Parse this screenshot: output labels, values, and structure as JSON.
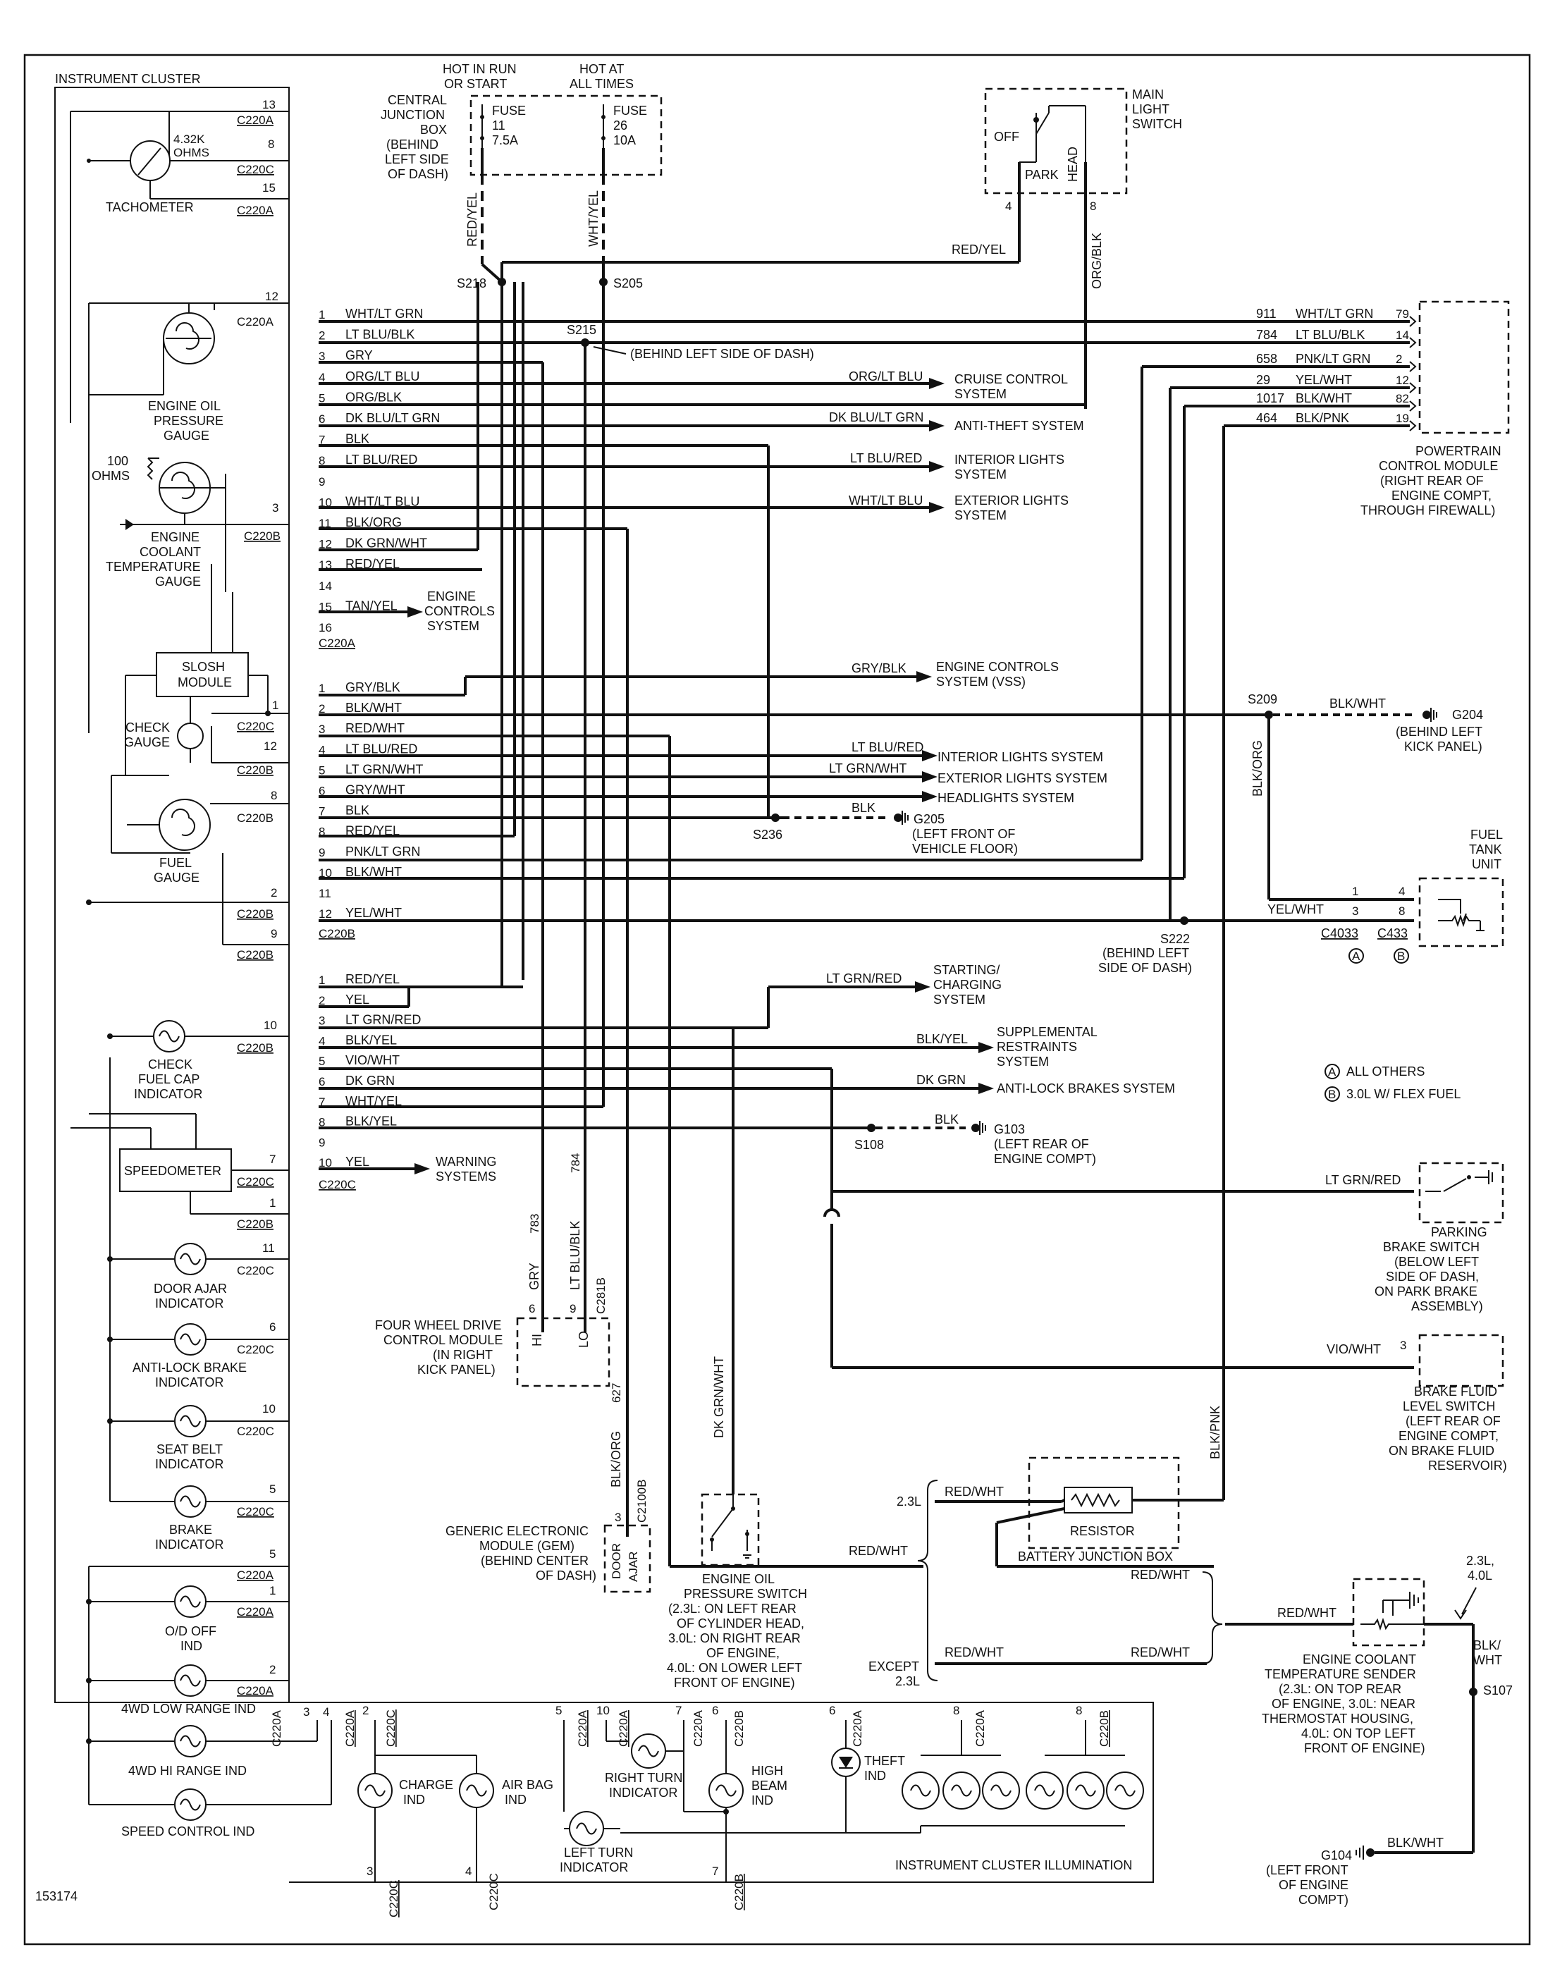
{
  "figure_id": "153174",
  "cluster": {
    "title": "INSTRUMENT CLUSTER",
    "tachometer": "TACHOMETER",
    "ohms_432k": "4.32K",
    "ohms_word": "OHMS",
    "oil_gauge": [
      "ENGINE OIL",
      "PRESSURE",
      "GAUGE"
    ],
    "ohms_100": "100",
    "coolant_gauge": [
      "ENGINE",
      "COOLANT",
      "TEMPERATURE",
      "GAUGE"
    ],
    "slosh": [
      "SLOSH",
      "MODULE"
    ],
    "check_gauge": [
      "CHECK",
      "GAUGE"
    ],
    "fuel_gauge": [
      "FUEL",
      "GAUGE"
    ],
    "fuel_cap": [
      "CHECK",
      "FUEL CAP",
      "INDICATOR"
    ],
    "speedometer": "SPEEDOMETER",
    "door_ajar_ind": [
      "DOOR AJAR",
      "INDICATOR"
    ],
    "abs_ind": [
      "ANTI-LOCK BRAKE",
      "INDICATOR"
    ],
    "seat_belt_ind": [
      "SEAT BELT",
      "INDICATOR"
    ],
    "brake_ind": [
      "BRAKE",
      "INDICATOR"
    ],
    "od_off": [
      "O/D OFF",
      "IND"
    ],
    "low_range": "4WD LOW RANGE IND",
    "hi_range": "4WD HI RANGE IND",
    "speed_control": "SPEED CONTROL IND",
    "charge": [
      "CHARGE",
      "IND"
    ],
    "airbag": [
      "AIR BAG",
      "IND"
    ],
    "right_turn": [
      "RIGHT TURN",
      "INDICATOR"
    ],
    "left_turn": [
      "LEFT TURN",
      "INDICATOR"
    ],
    "high_beam": [
      "HIGH",
      "BEAM",
      "IND"
    ],
    "theft": [
      "THEFT",
      "IND"
    ],
    "illumination": "INSTRUMENT CLUSTER ILLUMINATION",
    "pins_left": [
      "13",
      "8",
      "15",
      "12",
      "3",
      "1",
      "12",
      "8",
      "2",
      "9",
      "10",
      "7",
      "1",
      "11",
      "6",
      "10",
      "5",
      "5",
      "1",
      "2"
    ],
    "conns_left": [
      "C220A",
      "C220C",
      "C220A",
      "C220A",
      "C220B",
      "C220C",
      "C220B",
      "C220B",
      "C220B",
      "C220B",
      "C220B",
      "C220C",
      "C220B",
      "C220C",
      "C220C",
      "C220C",
      "C220C",
      "C220A",
      "C220A",
      "C220A"
    ]
  },
  "power": {
    "hot_run": [
      "HOT IN RUN",
      "OR START"
    ],
    "hot_all": [
      "HOT AT",
      "ALL TIMES"
    ],
    "cjb": [
      "CENTRAL",
      "JUNCTION",
      "BOX",
      "(BEHIND",
      "LEFT SIDE",
      "OF DASH)"
    ],
    "fuse11": [
      "FUSE",
      "11",
      "7.5A"
    ],
    "fuse26": [
      "FUSE",
      "26",
      "10A"
    ],
    "red_yel": "RED/YEL",
    "wht_yel": "WHT/YEL",
    "s218": "S218",
    "s205": "S205",
    "main_switch": [
      "MAIN",
      "LIGHT",
      "SWITCH"
    ],
    "off": "OFF",
    "park": "PARK",
    "head": "HEAD",
    "pin4": "4",
    "pin8": "8",
    "org_blk": "ORG/BLK"
  },
  "conn_a": {
    "name": "C220A",
    "pins": [
      {
        "n": "1",
        "w": "WHT/LT GRN"
      },
      {
        "n": "2",
        "w": "LT BLU/BLK"
      },
      {
        "n": "3",
        "w": "GRY"
      },
      {
        "n": "4",
        "w": "ORG/LT BLU"
      },
      {
        "n": "5",
        "w": "ORG/BLK"
      },
      {
        "n": "6",
        "w": "DK BLU/LT GRN"
      },
      {
        "n": "7",
        "w": "BLK"
      },
      {
        "n": "8",
        "w": "LT BLU/RED"
      },
      {
        "n": "9",
        "w": ""
      },
      {
        "n": "10",
        "w": "WHT/LT BLU"
      },
      {
        "n": "11",
        "w": "BLK/ORG"
      },
      {
        "n": "12",
        "w": "DK GRN/WHT"
      },
      {
        "n": "13",
        "w": "RED/YEL"
      },
      {
        "n": "14",
        "w": ""
      },
      {
        "n": "15",
        "w": "TAN/YEL"
      },
      {
        "n": "16",
        "w": ""
      }
    ]
  },
  "conn_b": {
    "name": "C220B",
    "pins": [
      {
        "n": "1",
        "w": "GRY/BLK"
      },
      {
        "n": "2",
        "w": "BLK/WHT"
      },
      {
        "n": "3",
        "w": "RED/WHT"
      },
      {
        "n": "4",
        "w": "LT BLU/RED"
      },
      {
        "n": "5",
        "w": "LT GRN/WHT"
      },
      {
        "n": "6",
        "w": "GRY/WHT"
      },
      {
        "n": "7",
        "w": "BLK"
      },
      {
        "n": "8",
        "w": "RED/YEL"
      },
      {
        "n": "9",
        "w": "PNK/LT GRN"
      },
      {
        "n": "10",
        "w": "BLK/WHT"
      },
      {
        "n": "11",
        "w": ""
      },
      {
        "n": "12",
        "w": "YEL/WHT"
      }
    ]
  },
  "conn_c": {
    "name": "C220C",
    "pins": [
      {
        "n": "1",
        "w": "RED/YEL"
      },
      {
        "n": "2",
        "w": "YEL"
      },
      {
        "n": "3",
        "w": "LT GRN/RED"
      },
      {
        "n": "4",
        "w": "BLK/YEL"
      },
      {
        "n": "5",
        "w": "VIO/WHT"
      },
      {
        "n": "6",
        "w": "DK GRN"
      },
      {
        "n": "7",
        "w": "WHT/YEL"
      },
      {
        "n": "8",
        "w": "BLK/YEL"
      },
      {
        "n": "9",
        "w": ""
      },
      {
        "n": "10",
        "w": "YEL"
      }
    ]
  },
  "dest": {
    "s215": "S215",
    "s215_loc": "(BEHIND LEFT SIDE OF DASH)",
    "cruise": [
      "ORG/LT BLU",
      "CRUISE CONTROL",
      "SYSTEM"
    ],
    "antitheft": [
      "DK BLU/LT GRN",
      "ANTI-THEFT SYSTEM"
    ],
    "interior": [
      "LT BLU/RED",
      "INTERIOR LIGHTS",
      "SYSTEM"
    ],
    "exterior": [
      "WHT/LT BLU",
      "EXTERIOR LIGHTS",
      "SYSTEM"
    ],
    "engine_ctrl": [
      "ENGINE",
      "CONTROLS",
      "SYSTEM"
    ],
    "vss": [
      "GRY/BLK",
      "ENGINE CONTROLS",
      "SYSTEM (VSS)"
    ],
    "int2": [
      "LT BLU/RED",
      "INTERIOR LIGHTS SYSTEM"
    ],
    "ext2": [
      "LT GRN/WHT",
      "EXTERIOR LIGHTS SYSTEM"
    ],
    "head2": "HEADLIGHTS SYSTEM",
    "s236": "S236",
    "blk": "BLK",
    "g205": [
      "G205",
      "(LEFT FRONT OF",
      "VEHICLE FLOOR)"
    ],
    "starting": [
      "LT GRN/RED",
      "STARTING/",
      "CHARGING",
      "SYSTEM"
    ],
    "srs": [
      "BLK/YEL",
      "SUPPLEMENTAL",
      "RESTRAINTS",
      "SYSTEM"
    ],
    "abs": [
      "DK GRN",
      "ANTI-LOCK BRAKES SYSTEM"
    ],
    "s108": "S108",
    "g103": [
      "G103",
      "(LEFT REAR OF",
      "ENGINE COMPT)"
    ],
    "warning": [
      "WARNING",
      "SYSTEMS"
    ]
  },
  "pcm": {
    "name": [
      "POWERTRAIN",
      "CONTROL MODULE",
      "(RIGHT REAR OF",
      "ENGINE COMPT,",
      "THROUGH FIREWALL)"
    ],
    "rows": [
      {
        "c": "911",
        "w": "WHT/LT GRN",
        "p": "79"
      },
      {
        "c": "784",
        "w": "LT BLU/BLK",
        "p": "14"
      },
      {
        "c": "658",
        "w": "PNK/LT GRN",
        "p": "2"
      },
      {
        "c": "29",
        "w": "YEL/WHT",
        "p": "12"
      },
      {
        "c": "1017",
        "w": "BLK/WHT",
        "p": "82"
      },
      {
        "c": "464",
        "w": "BLK/PNK",
        "p": "19"
      }
    ]
  },
  "right": {
    "s209": "S209",
    "blk_wht": "BLK/WHT",
    "g204": [
      "G204",
      "(BEHIND LEFT",
      "KICK PANEL)"
    ],
    "blk_org": "BLK/ORG",
    "fuel_tank": [
      "FUEL",
      "TANK",
      "UNIT"
    ],
    "yel_wht": "YEL/WHT",
    "fpins": [
      "1",
      "3",
      "4",
      "8"
    ],
    "c4033": "C4033",
    "c433": "C433",
    "a": "A",
    "b": "B",
    "s222": [
      "S222",
      "(BEHIND LEFT",
      "SIDE OF DASH)"
    ],
    "legend_a": "ALL OTHERS",
    "legend_b": "3.0L W/ FLEX FUEL",
    "lt_grn_red": "LT GRN/RED",
    "park_brake": [
      "PARKING",
      "BRAKE SWITCH",
      "(BELOW LEFT",
      "SIDE OF DASH,",
      "ON PARK BRAKE",
      "ASSEMBLY)"
    ],
    "vio_wht": "VIO/WHT",
    "pin3": "3",
    "brake_fluid": [
      "BRAKE FLUID",
      "LEVEL SWITCH",
      "(LEFT REAR OF",
      "ENGINE COMPT,",
      "ON BRAKE FLUID",
      "RESERVOIR)"
    ],
    "blk_pnk": "BLK/PNK"
  },
  "lower": {
    "fwd": [
      "FOUR WHEEL DRIVE",
      "CONTROL MODULE",
      "(IN RIGHT",
      "KICK PANEL)"
    ],
    "hi": "HI",
    "lo": "LO",
    "c281b": "C281B",
    "p6": "6",
    "p9": "9",
    "gry": "GRY",
    "c783": "783",
    "lt_blu_blk": "LT BLU/BLK",
    "c784": "784",
    "c627": "627",
    "blk_org": "BLK/ORG",
    "c2100b": "C2100B",
    "p3": "3",
    "gem": [
      "GENERIC ELECTRONIC",
      "MODULE (GEM)",
      "(BEHIND CENTER",
      "OF DASH)"
    ],
    "door_ajar": [
      "DOOR",
      "AJAR"
    ],
    "dk_grn_wht": "DK GRN/WHT",
    "oil_sw": [
      "ENGINE OIL",
      "PRESSURE SWITCH",
      "(2.3L: ON LEFT REAR",
      "OF CYLINDER HEAD,",
      "3.0L: ON RIGHT REAR",
      "OF ENGINE,",
      "4.0L: ON LOWER LEFT",
      "FRONT OF ENGINE)"
    ],
    "red_wht": "RED/WHT",
    "l23": "2.3L",
    "resistor": "RESISTOR",
    "bjb": "BATTERY JUNCTION BOX",
    "except": [
      "EXCEPT",
      "2.3L"
    ],
    "ects": [
      "ENGINE COOLANT",
      "TEMPERATURE SENDER",
      "(2.3L: ON TOP REAR",
      "OF ENGINE, 3.0L: NEAR",
      "THERMOSTAT HOUSING,",
      "4.0L: ON TOP LEFT",
      "FRONT OF ENGINE)"
    ],
    "l2340": [
      "2.3L,",
      "4.0L"
    ],
    "blk_wht2": [
      "BLK/",
      "WHT"
    ],
    "s107": "S107",
    "g104": [
      "G104",
      "(LEFT FRONT",
      "OF ENGINE",
      "COMPT)"
    ],
    "blk_wht3": "BLK/WHT"
  }
}
